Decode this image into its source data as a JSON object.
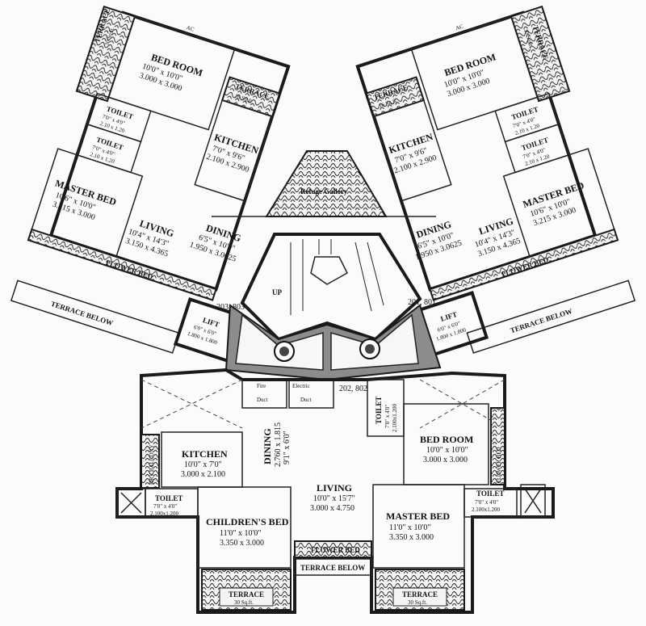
{
  "labels": {
    "ac_left": "AC",
    "ac_right": "AC",
    "refuge": "Refuge Gallery",
    "up": "UP",
    "unit_203_803": "203, 803",
    "unit_201_801": "201, 801",
    "unit_202_802": "202, 802",
    "fire_duct_1": "Fire",
    "fire_duct_2": "Duct",
    "elec_duct_1": "Electric",
    "elec_duct_2": "Duct",
    "terrace_below_left": "TERRACE BELOW",
    "terrace_below_right": "TERRACE BELOW",
    "terrace_below_bottom": "TERRACE BELOW",
    "flower_bed": "FLOWER BED",
    "dry_balcony": "DRY BALCONY"
  },
  "left_unit": {
    "terrace_top": {
      "name": "TERRACE",
      "dim": "30 Sq.ft."
    },
    "terrace_small": {
      "name": "TERRACE",
      "dim": "16 Sq.ft."
    },
    "bedroom": {
      "name": "BED ROOM",
      "imp": "10'0\" x 10'0\"",
      "met": "3.000 x 3.000"
    },
    "toilet1": {
      "name": "TOILET",
      "imp": "7'0\" x 4'0\"",
      "met": "2.10 x 1.20"
    },
    "toilet2": {
      "name": "TOILET",
      "imp": "7'0\" x 4'0\"",
      "met": "2.10 x 1.20"
    },
    "kitchen": {
      "name": "KITCHEN",
      "imp": "7'0\" x 9'6\"",
      "met": "2.100 x 2.900"
    },
    "master": {
      "name": "MASTER BED",
      "imp": "10'6\" x 10'0\"",
      "met": "3.215 x 3.000"
    },
    "living": {
      "name": "LIVING",
      "imp": "10'4\" x 14'3\"",
      "met": "3.150 x 4.365"
    },
    "dining": {
      "name": "DINING",
      "imp": "6'5\" x 10'0\"",
      "met": "1.950 x 3.0625"
    },
    "lift": {
      "name": "LIFT",
      "imp": "6'0\" x 6'0\"",
      "met": "1.800 x 1.800"
    }
  },
  "right_unit": {
    "terrace_top": {
      "name": "TERRACE",
      "dim": "30 Sq.ft."
    },
    "terrace_small": {
      "name": "TERRACE",
      "dim": "16 Sq.ft."
    },
    "bedroom": {
      "name": "BED ROOM",
      "imp": "10'0\" x 10'0\"",
      "met": "3.000 x 3.000"
    },
    "toilet1": {
      "name": "TOILET",
      "imp": "7'0\" x 4'0\"",
      "met": "2.10 x 1.20"
    },
    "toilet2": {
      "name": "TOILET",
      "imp": "7'0\" x 4'0\"",
      "met": "2.10 x 1.20"
    },
    "kitchen": {
      "name": "KITCHEN",
      "imp": "7'0\" x 9'6\"",
      "met": "2.100 x 2.900"
    },
    "master": {
      "name": "MASTER BED",
      "imp": "10'6\" x 10'0\"",
      "met": "3.215 x 3.000"
    },
    "living": {
      "name": "LIVING",
      "imp": "10'4\" x 14'3\"",
      "met": "3.150 x 4.365"
    },
    "dining": {
      "name": "DINING",
      "imp": "6'5\" x 10'0\"",
      "met": "1.950 x 3.0625"
    },
    "lift": {
      "name": "LIFT",
      "imp": "6'0\" x 6'0\"",
      "met": "1.800 x 1.800"
    }
  },
  "bottom_unit": {
    "toilet_v": {
      "name": "TOILET",
      "imp": "7'0\" x 4'0\"",
      "met": "2.100x1.200"
    },
    "bedroom": {
      "name": "BED ROOM",
      "imp": "10'0\" x 10'0\"",
      "met": "3.000 x 3.000"
    },
    "kitchen": {
      "name": "KITCHEN",
      "imp": "10'0\" x 7'0\"",
      "met": "3.000 x 2.100"
    },
    "dining": {
      "name": "DINING",
      "imp": "2.760 x 1.815",
      "met": "9'1\" x 6'0\""
    },
    "living": {
      "name": "LIVING",
      "imp": "10'0\" x 15'7\"",
      "met": "3.000 x 4.750"
    },
    "toilet_left": {
      "name": "TOILET",
      "imp": "7'0\" x 4'0\"",
      "met": "2.100x1.200"
    },
    "toilet_right": {
      "name": "TOILET",
      "imp": "7'0\" x 4'0\"",
      "met": "2.100x1.200"
    },
    "children": {
      "name": "CHILDREN'S BED",
      "imp": "11'0\" x 10'0\"",
      "met": "3.350 x 3.000"
    },
    "master": {
      "name": "MASTER BED",
      "imp": "11'0\" x 10'0\"",
      "met": "3.350 x 3.000"
    },
    "terrace_left": {
      "name": "TERRACE",
      "dim": "30 Sq.ft."
    },
    "terrace_right": {
      "name": "TERRACE",
      "dim": "30 Sq.ft."
    }
  }
}
